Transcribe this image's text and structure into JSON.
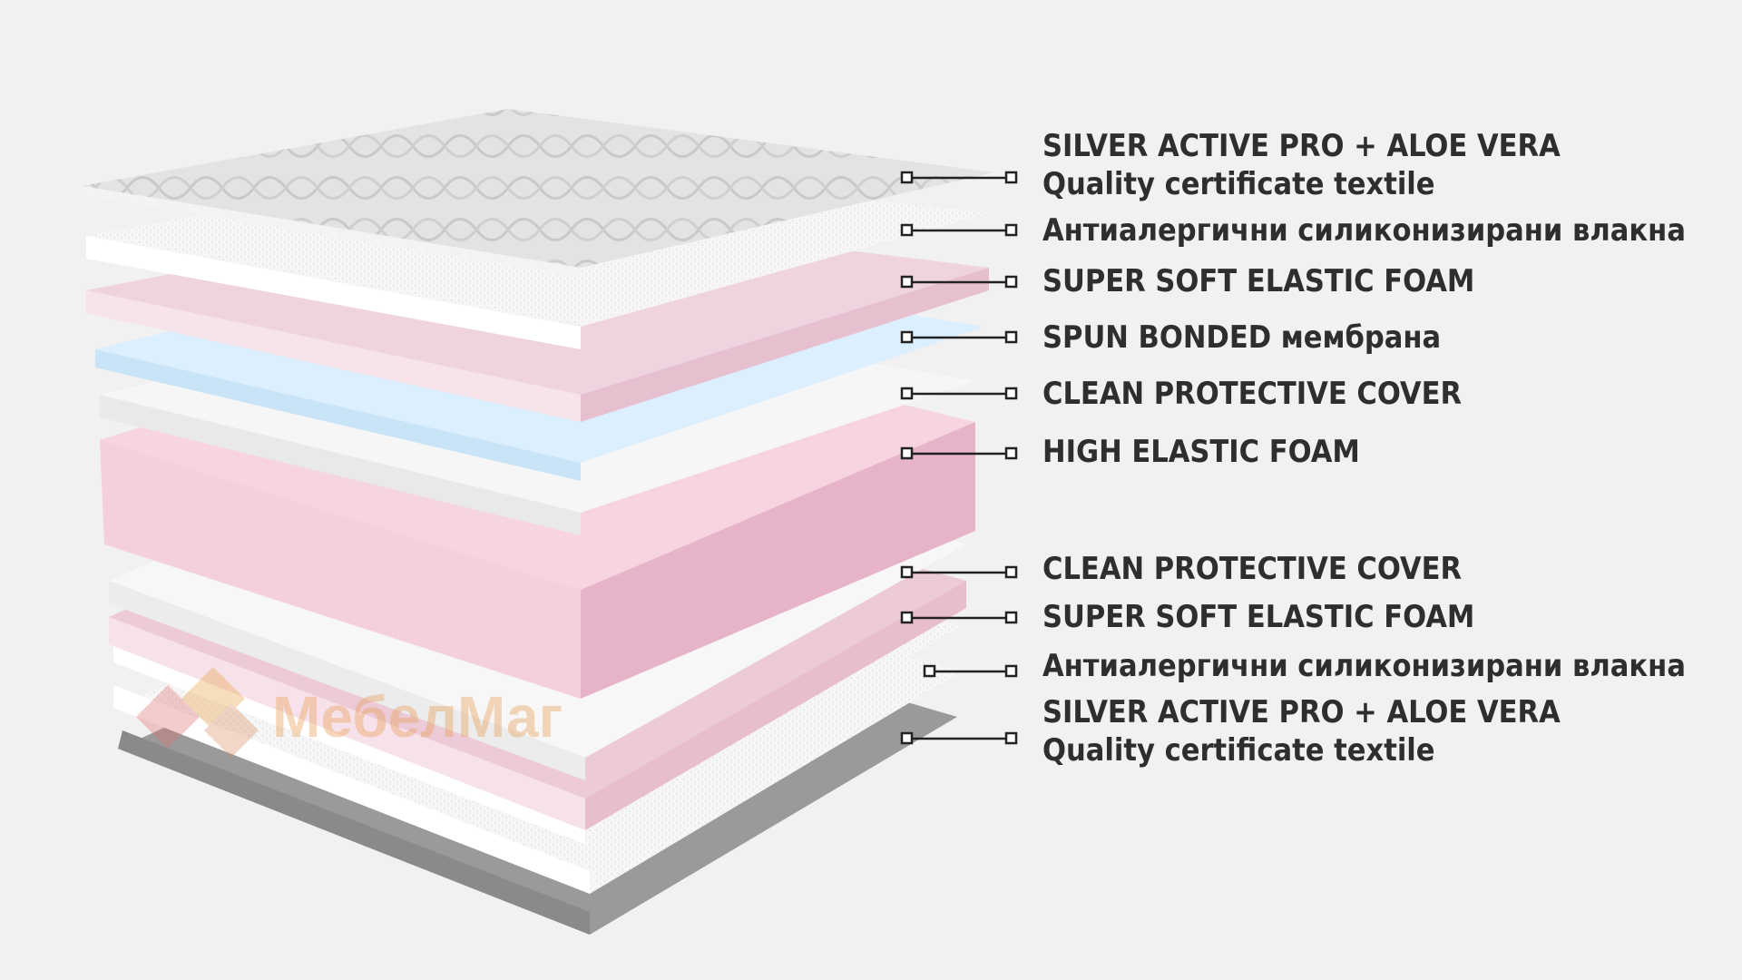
{
  "colors": {
    "background": "#f1f1f1",
    "label_text": "#2e2e2e",
    "connector": "#222222",
    "pink_foam": "#f3cfdc",
    "pink_foam_side": "#e6b3c7",
    "light_blue": "#dbeef8",
    "white_layer": "#f4f4f4",
    "quilted_top": "#dcdcdc",
    "grey_base": "#9e9e9e"
  },
  "watermark": {
    "text": "МебелМаг",
    "logo_icon": "mebelmag-diamond-logo-icon"
  },
  "labels": [
    {
      "line1": "SILVER ACTIVE PRO + ALOE VERA",
      "line2": "Quality certificate textile"
    },
    {
      "line1": "Антиалергични силиконизирани влакна"
    },
    {
      "line1": "SUPER SOFT ELASTIC FOAM"
    },
    {
      "line1": "SPUN BONDED мембрана"
    },
    {
      "line1": "CLEAN PROTECTIVE COVER"
    },
    {
      "line1": "HIGH ELASTIC FOAM"
    },
    {
      "line1": "CLEAN PROTECTIVE COVER"
    },
    {
      "line1": "SUPER SOFT ELASTIC FOAM"
    },
    {
      "line1": "Антиалергични силиконизирани влакна"
    },
    {
      "line1": "SILVER ACTIVE PRO + ALOE VERA",
      "line2": "Quality certificate textile"
    }
  ]
}
